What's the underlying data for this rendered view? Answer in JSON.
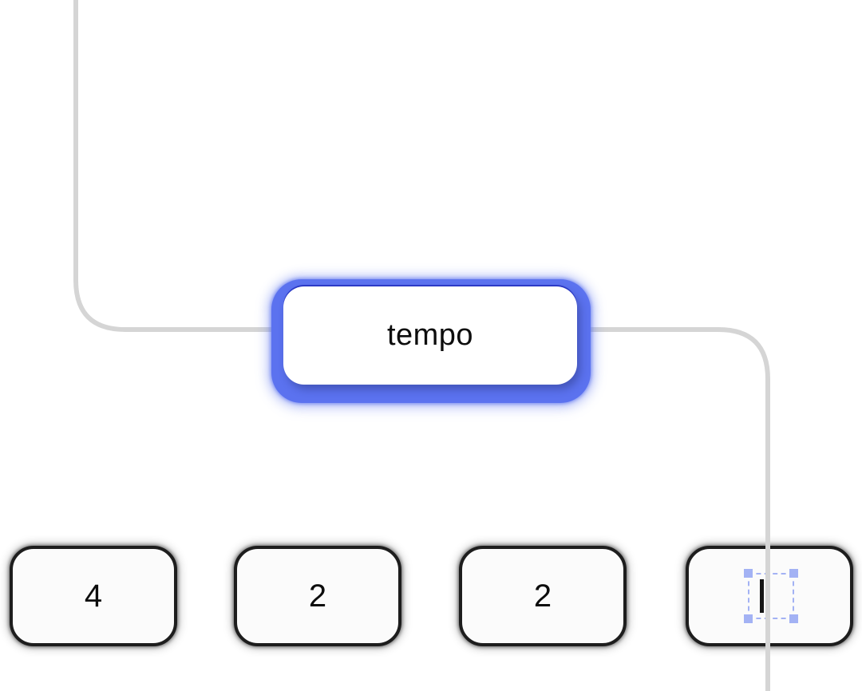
{
  "canvas": {
    "background": "#ffffff"
  },
  "diagram": {
    "root_node": {
      "label": "tempo",
      "selected": true
    },
    "child_nodes": [
      {
        "label": "4"
      },
      {
        "label": "2"
      },
      {
        "label": "2"
      },
      {
        "label": "",
        "state": "editing-with-caret"
      }
    ]
  },
  "colors": {
    "selection_blue": "#5b72ef",
    "selection_edge_dark": "#2c3ac6",
    "connector_gray": "#d5d5d5",
    "node_border": "#1d1d1d",
    "node_background": "#fbfbfb",
    "handle_blue": "#a3b2f4",
    "text_color": "#0d0d0d",
    "caret_color": "#151515"
  }
}
